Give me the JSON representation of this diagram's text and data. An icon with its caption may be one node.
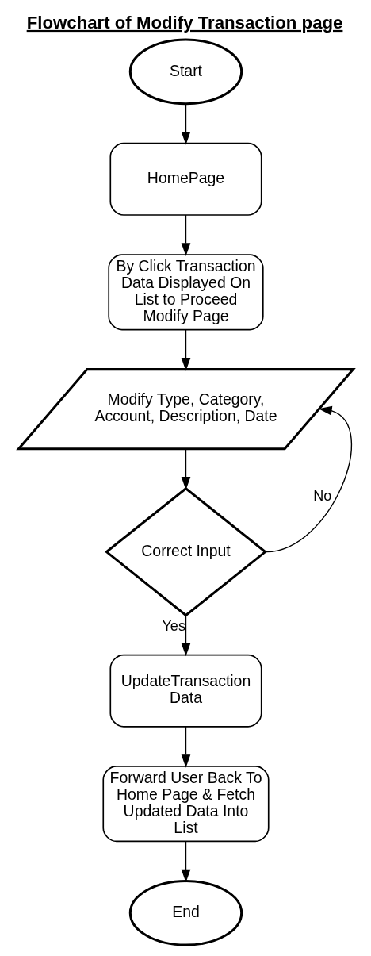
{
  "diagram": {
    "title": "Flowchart of Modify Transaction page",
    "nodes": [
      {
        "text": [
          "Start"
        ]
      },
      {
        "text": [
          "HomePage"
        ]
      },
      {
        "text": [
          "By Click Transaction Data Displayed On List to Proceed Modify Page"
        ]
      },
      {
        "text": [
          "Modify Type, Category, Account, Description, Date"
        ]
      },
      {
        "text": [
          "Correct Input"
        ]
      },
      {
        "text": [
          "UpdateTransaction Data"
        ]
      },
      {
        "text": [
          "Forward User Back To Home Page & Fetch Updated Data Into List"
        ]
      },
      {
        "text": [
          "End"
        ]
      }
    ],
    "edges": [
      {
        "from": 0,
        "to": 1,
        "arrow": "to"
      },
      {
        "from": 1,
        "to": 2,
        "arrow": "to"
      },
      {
        "from": 2,
        "to": 3,
        "arrow": "to"
      },
      {
        "from": 3,
        "to": 4,
        "arrow": "to"
      },
      {
        "from": 4,
        "to": 3,
        "arrow": "to",
        "label": "No"
      },
      {
        "from": 4,
        "to": 5,
        "arrow": "to",
        "label": "Yes"
      },
      {
        "from": 5,
        "to": 6,
        "arrow": "to"
      },
      {
        "from": 6,
        "to": 7,
        "arrow": "to"
      }
    ]
  }
}
